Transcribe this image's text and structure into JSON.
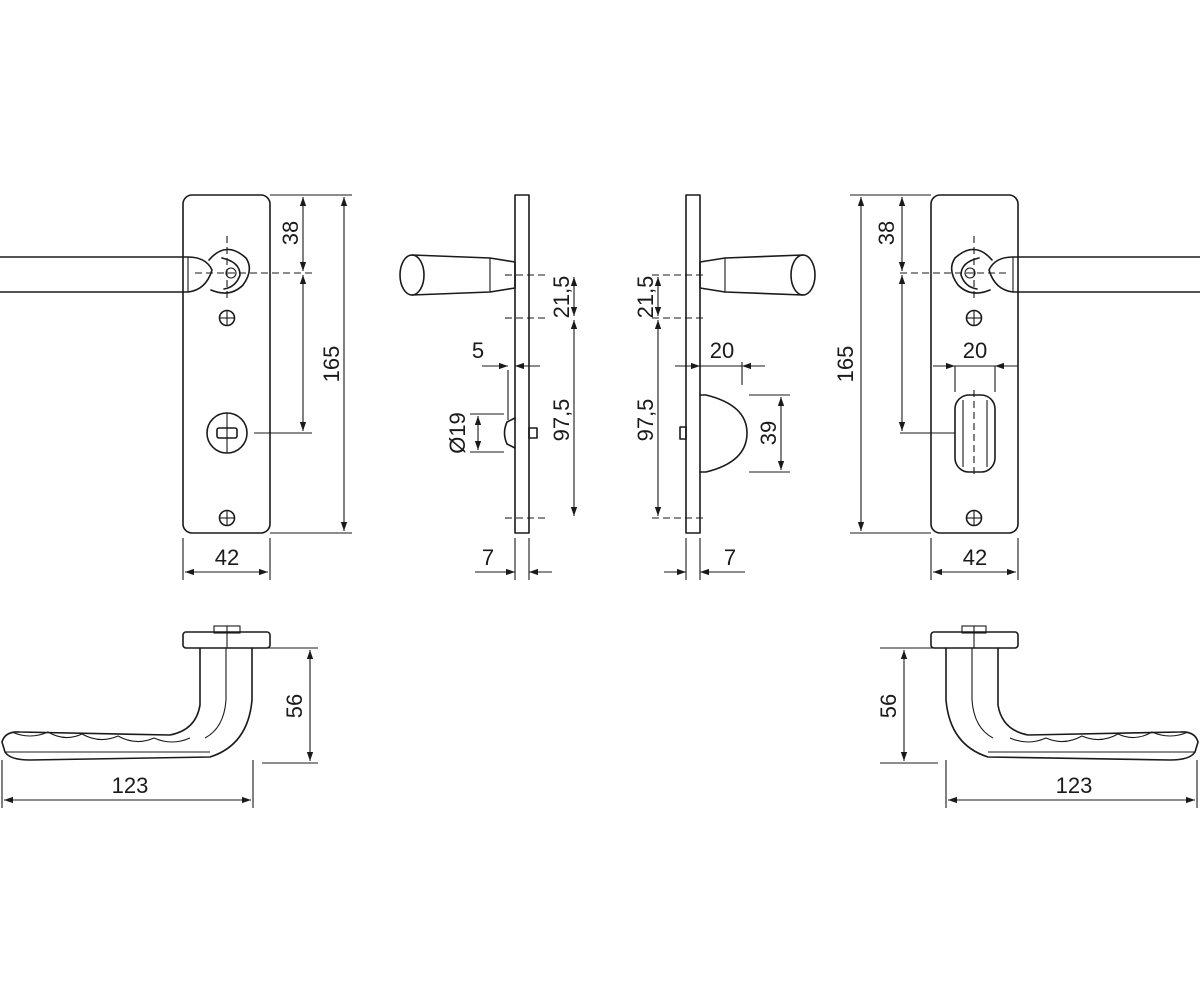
{
  "labels": {
    "front_left_38": "38",
    "front_left_165": "165",
    "front_left_42": "42",
    "side_left_21_5": "21,5",
    "side_left_97_5": "97,5",
    "side_left_5": "5",
    "side_left_d19": "Ø19",
    "side_left_7": "7",
    "side_right_21_5": "21,5",
    "side_right_97_5": "97,5",
    "side_right_20": "20",
    "side_right_39": "39",
    "side_right_7": "7",
    "front_right_38": "38",
    "front_right_165": "165",
    "front_right_20": "20",
    "front_right_42": "42",
    "top_left_56": "56",
    "top_left_123": "123",
    "top_right_56": "56",
    "top_right_123": "123"
  }
}
